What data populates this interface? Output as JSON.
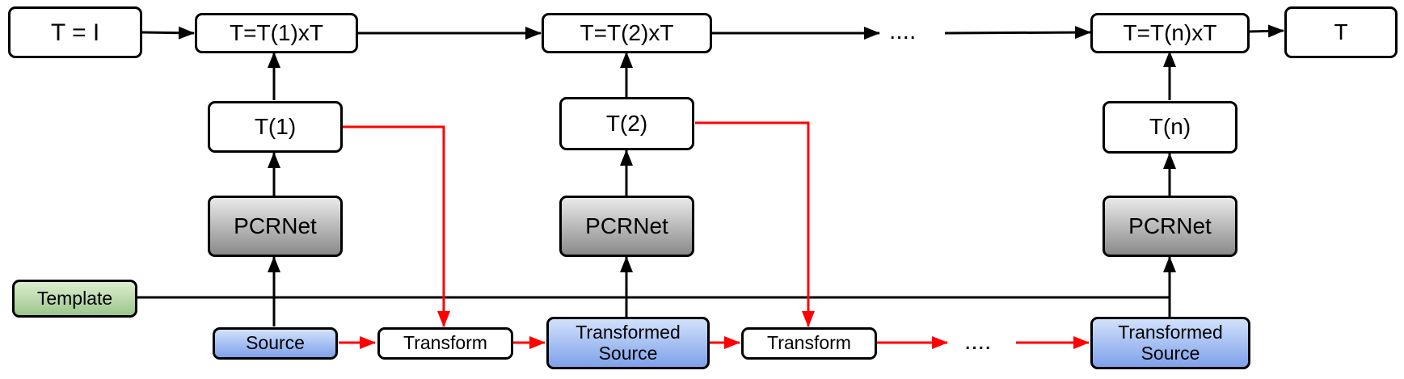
{
  "top_row": {
    "init_box": "T =  I",
    "update_1": "T=T(1)xT",
    "update_2": "T=T(2)xT",
    "ellipsis": "....",
    "update_n": "T=T(n)xT",
    "output": "T"
  },
  "transform_outputs": {
    "t1": "T(1)",
    "t2": "T(2)",
    "tn": "T(n)"
  },
  "networks": {
    "net1": "PCRNet",
    "net2": "PCRNet",
    "netn": "PCRNet"
  },
  "bottom_row": {
    "template": "Template",
    "source": "Source",
    "transform_1": "Transform",
    "transformed_source_1": "Transformed\nSource",
    "transform_2": "Transform",
    "ellipsis": "....",
    "transformed_source_n": "Transformed\nSource"
  },
  "colors": {
    "line": "#000000",
    "red_arrow": "#ff0000",
    "network_fill": "#9a9a9a",
    "source_fill": "#8fb0ee",
    "template_fill": "#a9d09a"
  }
}
